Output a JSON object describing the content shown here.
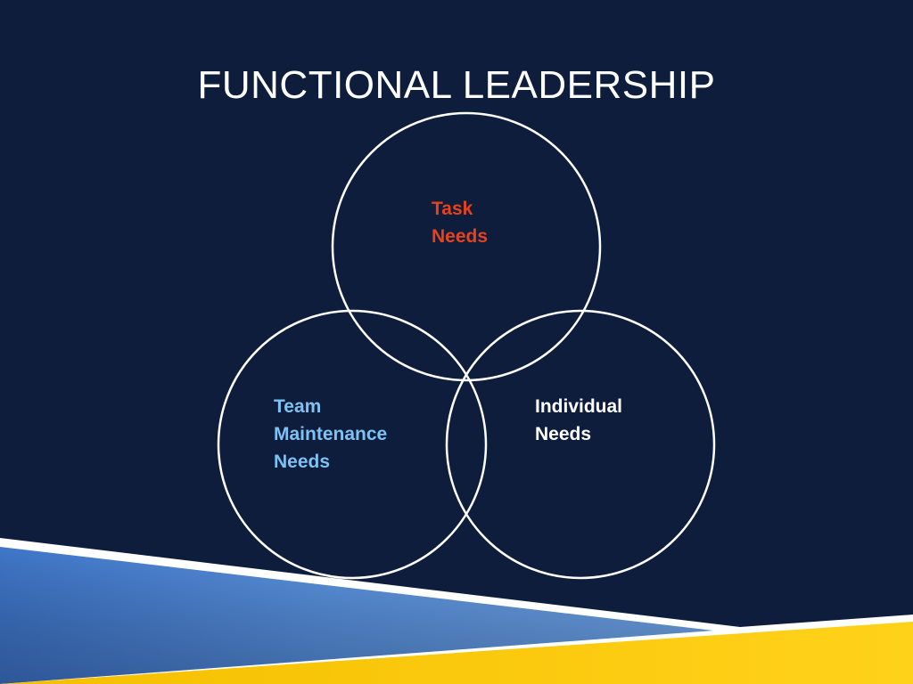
{
  "slide": {
    "title": "FUNCTIONAL LEADERSHIP"
  },
  "colors": {
    "background": "#0e1d3c",
    "title": "#ffffff",
    "circle_stroke": "#ffffff",
    "task_label": "#e8411c",
    "team_label": "#7fc1f2",
    "individual_label": "#ffffff",
    "footer_blue": "#4a86d8",
    "footer_yellow": "#f7c700",
    "footer_white": "#ffffff"
  },
  "venn": {
    "sets": [
      {
        "id": "task",
        "lines": [
          "Task",
          "Needs"
        ]
      },
      {
        "id": "team",
        "lines": [
          "Team",
          "Maintenance",
          "Needs"
        ]
      },
      {
        "id": "individual",
        "lines": [
          "Individual",
          "Needs"
        ]
      }
    ]
  }
}
